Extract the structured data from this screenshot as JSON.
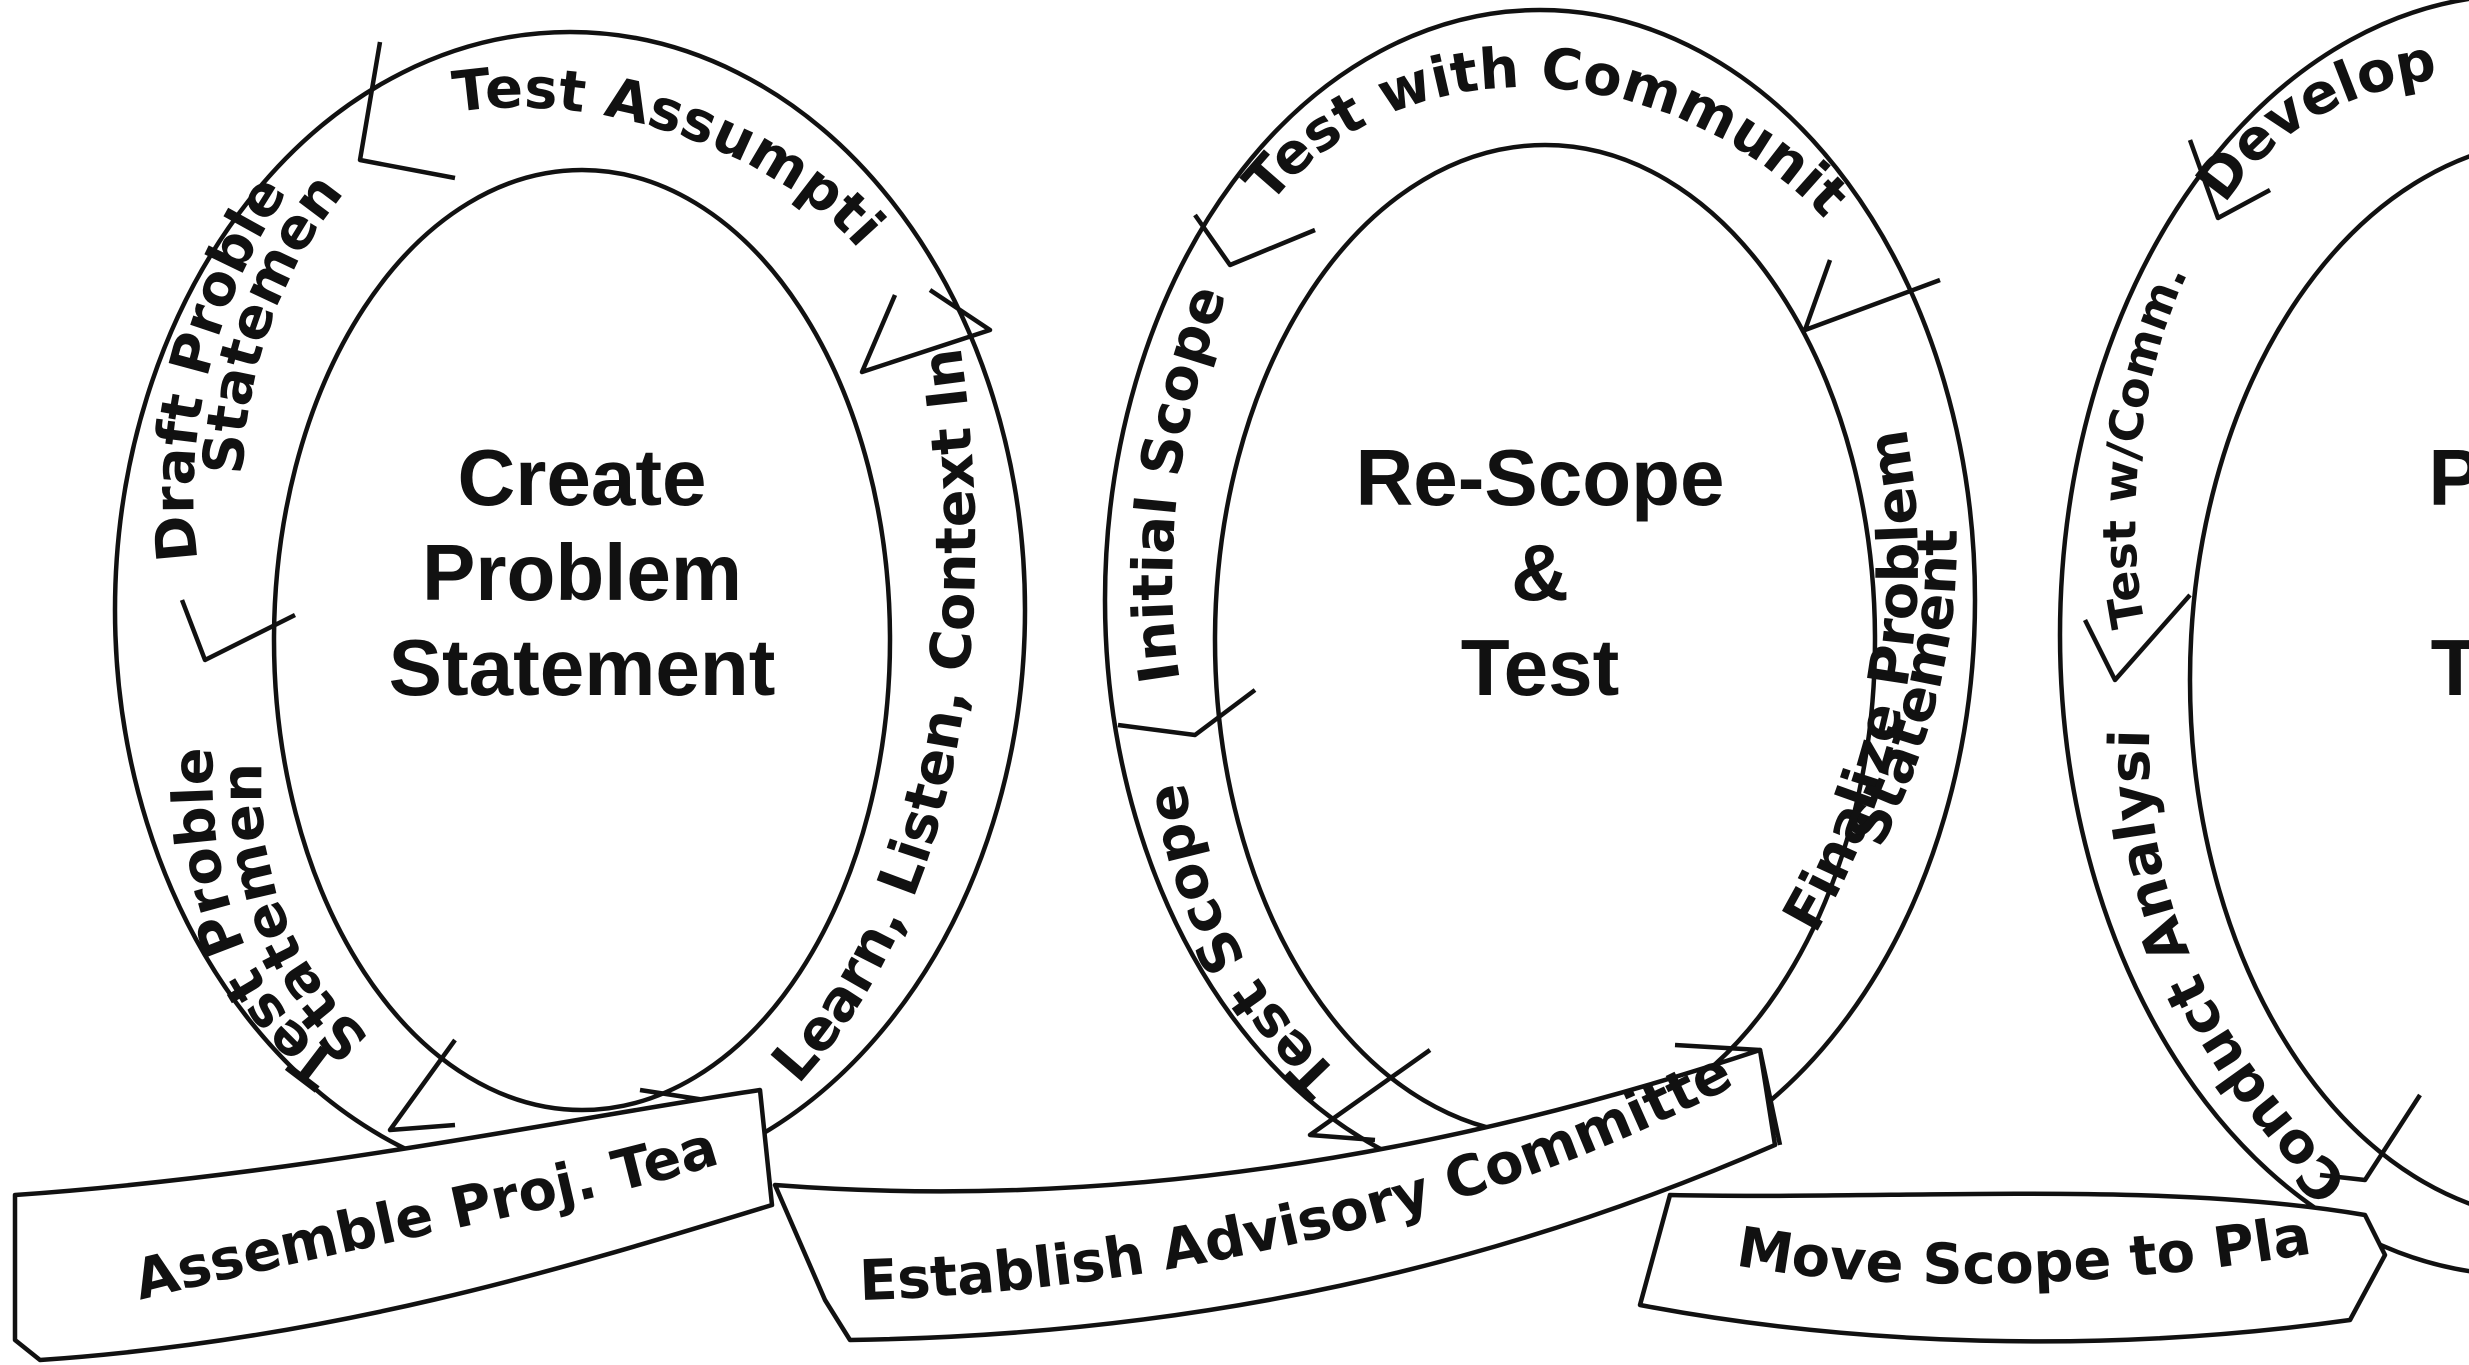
{
  "loops": [
    {
      "title_lines": [
        "Create",
        "Problem",
        "Statement"
      ],
      "segments": {
        "test_assumptions": "Test Assumptions",
        "draft_line1": "Draft Problem",
        "draft_line2": "Statement",
        "learn_listen": "Learn, Listen, Context Intro",
        "test_problem_line1": "Test Problem",
        "test_problem_line2": "Statement"
      }
    },
    {
      "title_lines": [
        "Re-Scope",
        "&",
        "Test"
      ],
      "segments": {
        "test_with_community": "Test with Community",
        "initial_scope": "Initial Scope",
        "finalize_line1": "Finalize Problem",
        "finalize_line2": "Statement",
        "test_scope": "Test Scope"
      }
    },
    {
      "title_lines": [
        "P",
        "",
        "T"
      ],
      "segments": {
        "develop": "Develop",
        "test_w_comm": "Test w/Comm.",
        "conduct_analysis": "Conduct Analysis"
      }
    }
  ],
  "connectors": {
    "assemble": "Assemble Proj. Team",
    "establish": "Establish Advisory Committee",
    "move_scope": "Move Scope to Plan"
  }
}
